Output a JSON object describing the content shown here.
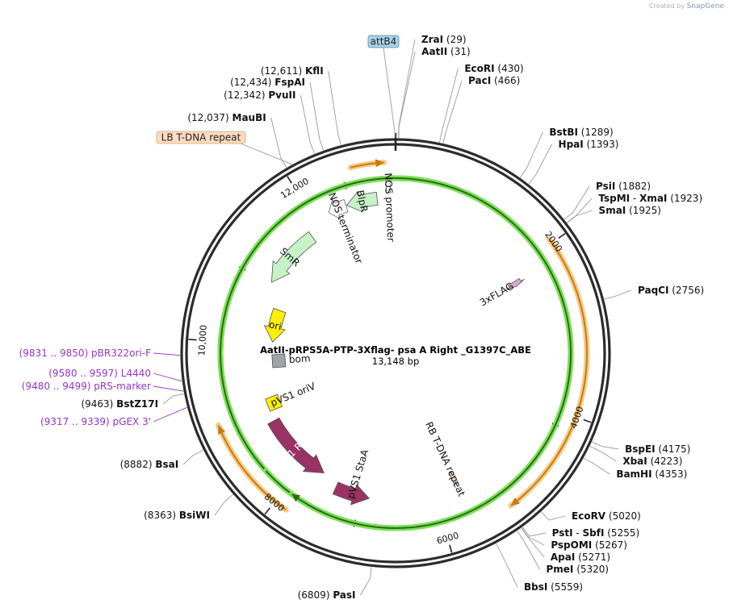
{
  "credit": {
    "prefix": "Created by",
    "brand": "SnapGene"
  },
  "plasmid": {
    "name": "AatII-pRPS5A-PTP-3Xflag- psa A Right _G1397C_ABE",
    "length_text": "13,148 bp",
    "length": 13148
  },
  "ticks": [
    {
      "label": "2000",
      "pos": 2000
    },
    {
      "label": "4000",
      "pos": 4000
    },
    {
      "label": "6000",
      "pos": 6000
    },
    {
      "label": "8000",
      "pos": 8000
    },
    {
      "label": "10,000",
      "pos": 10000
    },
    {
      "label": "12,000",
      "pos": 12000
    }
  ],
  "sites": [
    {
      "name": "ZraI",
      "pos": "(29)",
      "bp": 29,
      "side": "right"
    },
    {
      "name": "AatII",
      "pos": "(31)",
      "bp": 31,
      "side": "right"
    },
    {
      "name": "EcoRI",
      "pos": "(430)",
      "bp": 430,
      "side": "right"
    },
    {
      "name": "PacI",
      "pos": "(466)",
      "bp": 466,
      "side": "right"
    },
    {
      "name": "BstBI",
      "pos": "(1289)",
      "bp": 1289,
      "side": "right"
    },
    {
      "name": "HpaI",
      "pos": "(1393)",
      "bp": 1393,
      "side": "right"
    },
    {
      "name": "PsiI",
      "pos": "(1882)",
      "bp": 1882,
      "side": "right"
    },
    {
      "name": "TspMI",
      "name2": "XmaI",
      "pos": "(1923)",
      "bp": 1923,
      "side": "right"
    },
    {
      "name": "SmaI",
      "pos": "(1925)",
      "bp": 1925,
      "side": "right"
    },
    {
      "name": "PaqCI",
      "pos": "(2756)",
      "bp": 2756,
      "side": "right"
    },
    {
      "name": "BspEI",
      "pos": "(4175)",
      "bp": 4175,
      "side": "right"
    },
    {
      "name": "XbaI",
      "pos": "(4223)",
      "bp": 4223,
      "side": "right"
    },
    {
      "name": "BamHI",
      "pos": "(4353)",
      "bp": 4353,
      "side": "right"
    },
    {
      "name": "EcoRV",
      "pos": "(5020)",
      "bp": 5020,
      "side": "right"
    },
    {
      "name": "PstI",
      "name2": "SbfI",
      "pos": "(5255)",
      "bp": 5255,
      "side": "right"
    },
    {
      "name": "PspOMI",
      "pos": "(5267)",
      "bp": 5267,
      "side": "right"
    },
    {
      "name": "ApaI",
      "pos": "(5271)",
      "bp": 5271,
      "side": "right"
    },
    {
      "name": "PmeI",
      "pos": "(5320)",
      "bp": 5320,
      "side": "right"
    },
    {
      "name": "BbsI",
      "pos": "(5559)",
      "bp": 5559,
      "side": "right"
    },
    {
      "name": "PasI",
      "pos": "(6809)",
      "bp": 6809,
      "side": "left"
    },
    {
      "name": "BsiWI",
      "pos": "(8363)",
      "bp": 8363,
      "side": "left"
    },
    {
      "name": "BsaI",
      "pos": "(8882)",
      "bp": 8882,
      "side": "left"
    },
    {
      "name": "BstZ17I",
      "pos": "(9463)",
      "bp": 9463,
      "side": "left"
    },
    {
      "name": "MauBI",
      "pos": "(12,037)",
      "bp": 12037,
      "side": "left"
    },
    {
      "name": "PvuII",
      "pos": "(12,342)",
      "bp": 12342,
      "side": "left"
    },
    {
      "name": "FspAI",
      "pos": "(12,434)",
      "bp": 12434,
      "side": "left"
    },
    {
      "name": "KflI",
      "pos": "(12,611)",
      "bp": 12611,
      "side": "left"
    }
  ],
  "primers": [
    {
      "name": "pBR322ori-F",
      "pos": "(9831 .. 9850)",
      "bp": 9840
    },
    {
      "name": "L4440",
      "pos": "(9580 .. 9597)",
      "bp": 9588
    },
    {
      "name": "pRS-marker",
      "pos": "(9480 .. 9499)",
      "bp": 9490
    },
    {
      "name": "pGEX 3'",
      "pos": "(9317 .. 9339)",
      "bp": 9328
    }
  ],
  "boxed_labels": [
    {
      "name": "attB4",
      "kind": "attb",
      "bp": 13148
    },
    {
      "name": "LB T-DNA repeat",
      "kind": "repeat",
      "bp": 12100
    }
  ],
  "features": [
    {
      "name": "BlpR",
      "type": "arrow",
      "color": "#c6f2c6",
      "start": 12900,
      "end": 12480,
      "label_inside": true
    },
    {
      "name": "NOS promoter",
      "type": "box",
      "color": "#ffffff",
      "start": 13110,
      "end": 13000
    },
    {
      "name": "NOS terminator",
      "type": "arrow",
      "color": "#ffffff",
      "start": 12470,
      "end": 12220
    },
    {
      "name": "SmR",
      "type": "arrow",
      "color": "#c6f2c6",
      "start": 11850,
      "end": 10950,
      "label_inside": true
    },
    {
      "name": "ori",
      "type": "arrow",
      "color": "#ffee00",
      "start": 10600,
      "end": 10050,
      "label_inside": true
    },
    {
      "name": "bom",
      "type": "square",
      "color": "#a0a4aa",
      "start": 9850,
      "end": 9600
    },
    {
      "name": "pVS1 oriV",
      "type": "square",
      "color": "#ffee00",
      "start": 9150,
      "end": 8950
    },
    {
      "name": "pVS1 RepA",
      "type": "arrow",
      "color": "#993366",
      "start": 8800,
      "end": 7700,
      "label_inside": true
    },
    {
      "name": "pVS1 StaA",
      "type": "arrow",
      "color": "#993366",
      "start": 7450,
      "end": 6950
    },
    {
      "name": "3xFLAG",
      "type": "arrow",
      "color": "#d8a8cc",
      "start": 2150,
      "end": 2230
    },
    {
      "name": "RB T-DNA repeat",
      "type": "box",
      "color": "#f5d6b8",
      "start": 5680,
      "end": 5650
    }
  ],
  "orfs": [
    {
      "start": 12650,
      "end": 13020,
      "outer": true
    },
    {
      "start": 12950,
      "end": 12620,
      "outer": false
    },
    {
      "start": 12000,
      "end": 11000,
      "outer": false
    },
    {
      "start": 1950,
      "end": 5220,
      "outer": true
    },
    {
      "start": 2400,
      "end": 4250,
      "outer": false
    },
    {
      "start": 5950,
      "end": 7150,
      "outer": false
    },
    {
      "start": 7850,
      "end": 9050,
      "outer": true
    },
    {
      "start": 8350,
      "end": 7900,
      "outer": false
    }
  ],
  "colors": {
    "backbone": "#2c2c2c",
    "site_line": "#9a9a9a",
    "primer_text": "#9933cc",
    "orf_outer": "#f4cc88",
    "orf_arrow": "#c87a10",
    "orf_green": "#7ce05a",
    "orf_green_arrow": "#2a6a10",
    "attb_fill": "#a8d4e6",
    "repeat_fill": "#fcdcc0"
  }
}
